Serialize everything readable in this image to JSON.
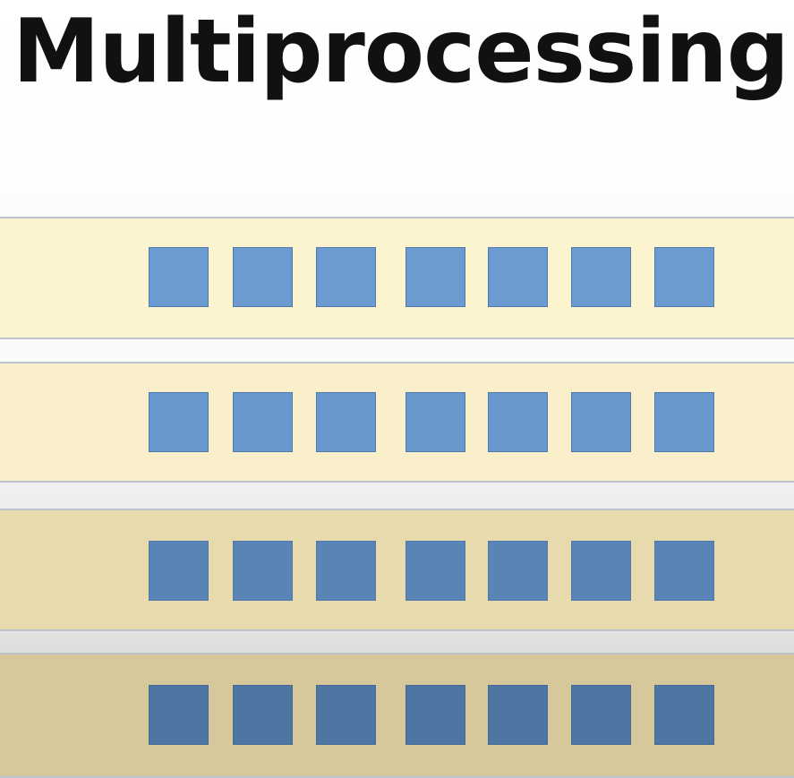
{
  "title": "Multiprocessing",
  "colors": {
    "square_fill": "#6b9bd1",
    "square_border": "#4f79aa",
    "band_fill": "#fcf3cf",
    "band_border": "#b9c4cf"
  },
  "processes": [
    {
      "squares": 7
    },
    {
      "squares": 7
    },
    {
      "squares": 7
    },
    {
      "squares": 7
    }
  ]
}
